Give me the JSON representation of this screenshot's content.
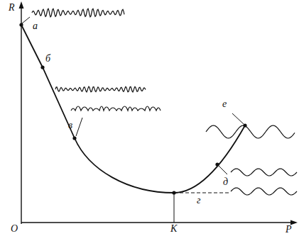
{
  "diagram": {
    "labels": [
      "R",
      "а",
      "б",
      "в",
      "е",
      "д",
      "г",
      "O",
      "K",
      "P"
    ]
  }
}
